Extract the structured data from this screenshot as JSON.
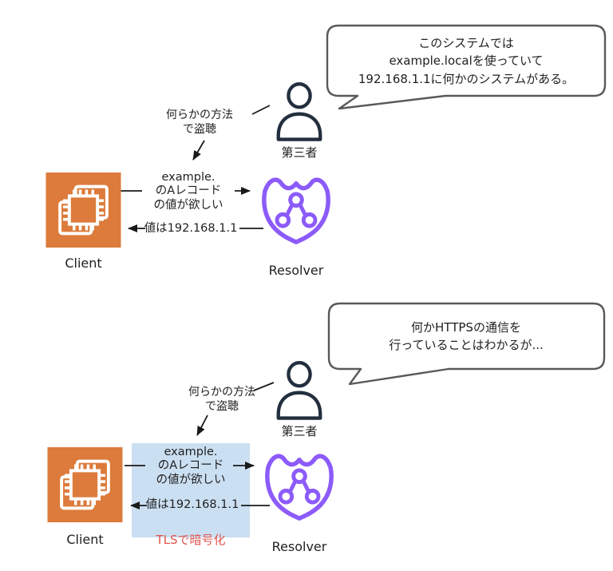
{
  "colors": {
    "client_orange": "#DC7B3B",
    "resolver_purple": "#8C5BFA",
    "person_navy": "#232F3E",
    "bubble_border": "#595959",
    "encrypted_box_blue": "#CBDFF2",
    "tls_red": "#E0564F",
    "line_black": "#1a1a1a",
    "text_dark": "#1f1f1f"
  },
  "top_panel": {
    "bubble_lines": [
      "このシステムでは",
      "example.localを使っていて",
      "192.168.1.1に何かのシステムがある。"
    ],
    "eavesdrop_lines": [
      "何らかの方法",
      "で盗聴"
    ],
    "third_party_label": "第三者",
    "client_label": "Client",
    "resolver_label": "Resolver",
    "request_lines": [
      "example.",
      "のAレコード",
      "の値が欲しい"
    ],
    "response_text": "値は192.168.1.1"
  },
  "bottom_panel": {
    "bubble_lines": [
      "何かHTTPSの通信を",
      "行っていることはわかるが..."
    ],
    "eavesdrop_lines": [
      "何らかの方法",
      "で盗聴"
    ],
    "third_party_label": "第三者",
    "client_label": "Client",
    "resolver_label": "Resolver",
    "request_lines": [
      "example.",
      "のAレコード",
      "の値が欲しい"
    ],
    "response_text": "値は192.168.1.1",
    "tls_label": "TLSで暗号化"
  }
}
